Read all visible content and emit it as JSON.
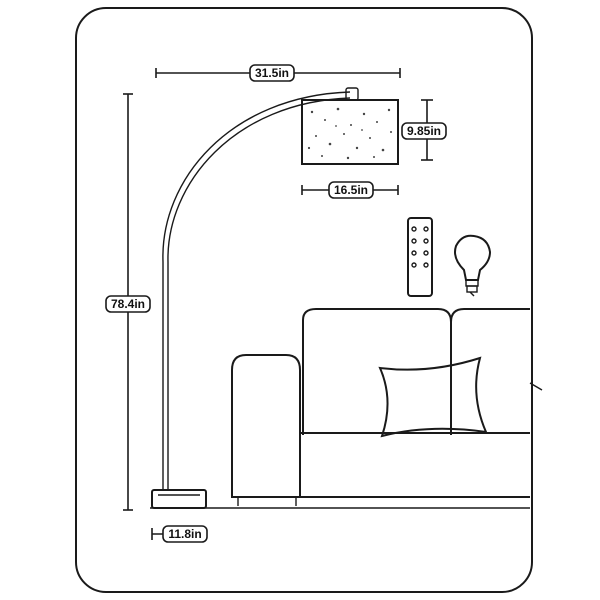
{
  "dimensions": {
    "arm_reach": "31.5in",
    "shade_height": "9.85in",
    "shade_diameter": "16.5in",
    "total_height": "78.4in",
    "base_width": "11.8in"
  },
  "colors": {
    "line": "#1a1a1a",
    "background": "#ffffff"
  },
  "icons": [
    "remote-control-icon",
    "light-bulb-icon",
    "sofa-illustration",
    "arc-floor-lamp-illustration"
  ]
}
